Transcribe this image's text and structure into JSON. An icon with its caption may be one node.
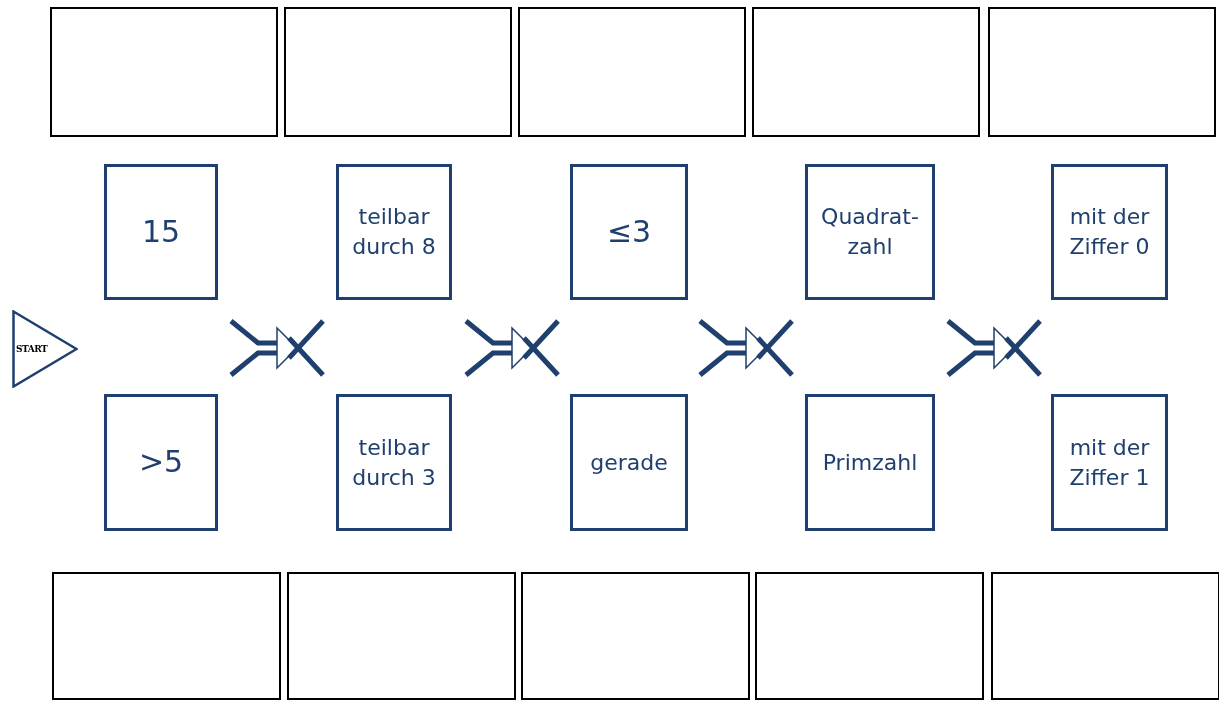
{
  "diagram": {
    "nodes": [
      {
        "text": [],
        "shape": "box"
      },
      {
        "text": [],
        "shape": "box"
      },
      {
        "text": [],
        "shape": "box"
      },
      {
        "text": [],
        "shape": "box"
      },
      {
        "text": [],
        "shape": "box"
      },
      {
        "text": [
          "15"
        ]
      },
      {
        "text": [
          "teilbar durch 8"
        ]
      },
      {
        "text": [
          "≤3"
        ]
      },
      {
        "text": [
          "Quadrat-zahl"
        ]
      },
      {
        "text": [
          "mit der Ziffer 0"
        ]
      },
      {
        "text": [
          "START"
        ]
      },
      {
        "text": [
          ">5"
        ]
      },
      {
        "text": [
          "teilbar durch 3"
        ]
      },
      {
        "text": [
          "gerade"
        ]
      },
      {
        "text": [
          "Primzahl"
        ]
      },
      {
        "text": [
          "mit der Ziffer 1"
        ]
      },
      {
        "text": [],
        "shape": "box"
      },
      {
        "text": [],
        "shape": "box"
      },
      {
        "text": [],
        "shape": "box"
      },
      {
        "text": [],
        "shape": "box"
      },
      {
        "text": [],
        "shape": "box"
      }
    ]
  }
}
